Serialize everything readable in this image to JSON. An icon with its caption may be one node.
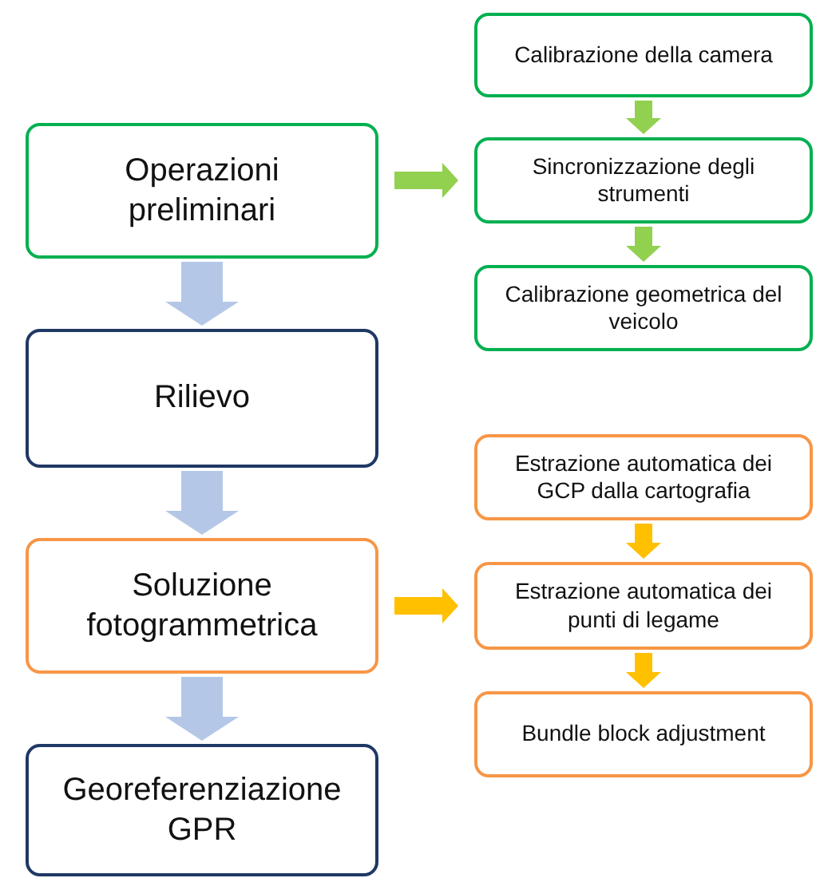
{
  "diagram": {
    "nodes": [
      {
        "text": [
          "Operazioni preliminari"
        ]
      },
      {
        "text": [
          "Rilievo"
        ]
      },
      {
        "text": [
          "Soluzione fotogrammetrica"
        ]
      },
      {
        "text": [
          "Georeferenziazione GPR"
        ]
      },
      {
        "text": [
          "Calibrazione della camera"
        ]
      },
      {
        "text": [
          "Sincronizzazione degli strumenti"
        ]
      },
      {
        "text": [
          "Calibrazione geometrica del veicolo"
        ]
      },
      {
        "text": [
          "Estrazione automatica dei GCP dalla cartografia"
        ]
      },
      {
        "text": [
          "Estrazione automatica dei punti di legame"
        ]
      },
      {
        "text": [
          "Bundle block adjustment"
        ]
      }
    ],
    "edges": [
      {
        "from": 0,
        "to": 1,
        "arrow": "to",
        "style": "thick",
        "color": "#b4c7e7"
      },
      {
        "from": 1,
        "to": 2,
        "arrow": "to",
        "style": "thick",
        "color": "#b4c7e7"
      },
      {
        "from": 2,
        "to": 3,
        "arrow": "to",
        "style": "thick",
        "color": "#b4c7e7"
      },
      {
        "from": 0,
        "to": 5,
        "arrow": "to",
        "color": "#92d050"
      },
      {
        "from": 4,
        "to": 5,
        "arrow": "to",
        "color": "#92d050"
      },
      {
        "from": 5,
        "to": 6,
        "arrow": "to",
        "color": "#92d050"
      },
      {
        "from": 2,
        "to": 8,
        "arrow": "to",
        "color": "#ffc000"
      },
      {
        "from": 7,
        "to": 8,
        "arrow": "to",
        "color": "#ffc000"
      },
      {
        "from": 8,
        "to": 9,
        "arrow": "to",
        "color": "#ffc000"
      }
    ]
  }
}
